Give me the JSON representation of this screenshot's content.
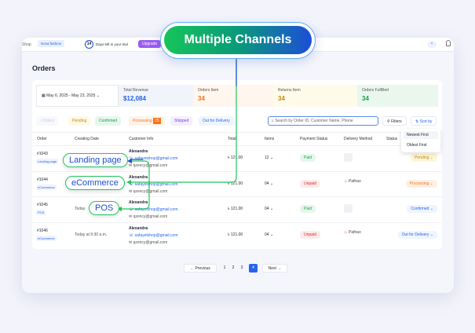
{
  "topbar": {
    "shop": "Shop",
    "store": "Nova fashion",
    "trial_days": "14",
    "trial_text": "Days left in your trial",
    "upgrade": "Upgrade"
  },
  "page_title": "Orders",
  "date_range": "May 6, 2025 - May 23, 2025",
  "stats": [
    {
      "label": "Total Revenue",
      "value": "$12,084",
      "color": "#2563eb"
    },
    {
      "label": "Orders Item",
      "value": "34",
      "color": "#f97316"
    },
    {
      "label": "Returns Item",
      "value": "34",
      "color": "#ca8a04"
    },
    {
      "label": "Orders Fulfilled",
      "value": "34",
      "color": "#16a34a"
    }
  ],
  "tabs": [
    "Orders",
    "Pending",
    "Confirmed",
    "Processing",
    "Shipped",
    "Out for Delivery"
  ],
  "processing_count": "25",
  "search_placeholder": "Search by Order ID, Customer Name, Phone",
  "filters": "Filters",
  "sort_by": "Sort by",
  "sort_options": [
    "Newest First",
    "Oldest First"
  ],
  "columns": [
    "Order",
    "Creating Date",
    "Customer Info",
    "Total",
    "Items",
    "Payment Status",
    "Delivery Method",
    "Status"
  ],
  "rows": [
    {
      "id": "#1043",
      "channel": "Landing page",
      "date": "",
      "name": "Alexandra",
      "email": "safayetshop@gmail.com",
      "email2": "qzency@gmail.com",
      "total": "৳ 121.00",
      "items": "12",
      "payment": "Paid",
      "delivery": "",
      "status": "Pending"
    },
    {
      "id": "#1044",
      "channel": "eCommerce",
      "date": "",
      "name": "Alexandra",
      "email": "safayetshop@gmail.com",
      "email2": "qzency@gmail.com",
      "total": "৳ 121.00",
      "items": "04",
      "payment": "Unpaid",
      "delivery": "Pathao",
      "status": "Processing"
    },
    {
      "id": "#1045",
      "channel": "POS",
      "date": "Today",
      "name": "Alexandra",
      "email": "safayetshop@gmail.com",
      "email2": "qzency@gmail.com",
      "total": "৳ 121.00",
      "items": "04",
      "payment": "Paid",
      "delivery": "",
      "status": "Confirmed"
    },
    {
      "id": "#1046",
      "channel": "eCommerce",
      "date": "Today at 9:30 a.m.",
      "name": "Alexandra",
      "email": "safayetshop@gmail.com",
      "email2": "qzency@gmail.com",
      "total": "৳ 121.00",
      "items": "04",
      "payment": "Unpaid",
      "delivery": "Pathao",
      "status": "Out for Delivery"
    }
  ],
  "pagination": {
    "prev": "← Previous",
    "pages": [
      "1",
      "2",
      "3",
      "4"
    ],
    "current": "4",
    "next": "Next →"
  },
  "banner": "Multiple Channels",
  "callouts": [
    "Landing page",
    "eCommerce",
    "POS"
  ]
}
